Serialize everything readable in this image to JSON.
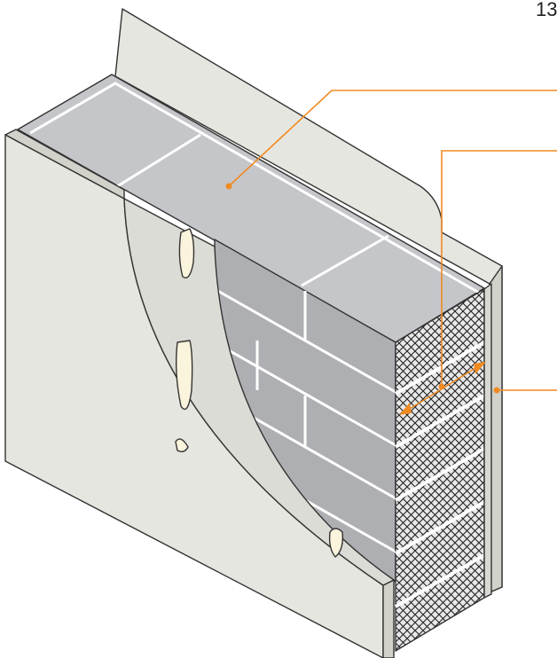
{
  "figure": {
    "number": "13"
  },
  "colors": {
    "board": "#e6e6e0",
    "board_edge": "#d2d2cb",
    "block_top": "#c5c6ca",
    "block_face": "#aeafb3",
    "block_face_dark": "#a2a3a7",
    "mortar": "#ffffff",
    "adhesive": "#fbf4dd",
    "insulation_bg": "#e8e8e8",
    "hatch": "#222222",
    "leader": "#f08a22",
    "outline": "#333333"
  },
  "leaders": [
    {
      "name": "leader-masonry-block"
    },
    {
      "name": "leader-insulation-thickness"
    },
    {
      "name": "leader-outer-board"
    }
  ]
}
